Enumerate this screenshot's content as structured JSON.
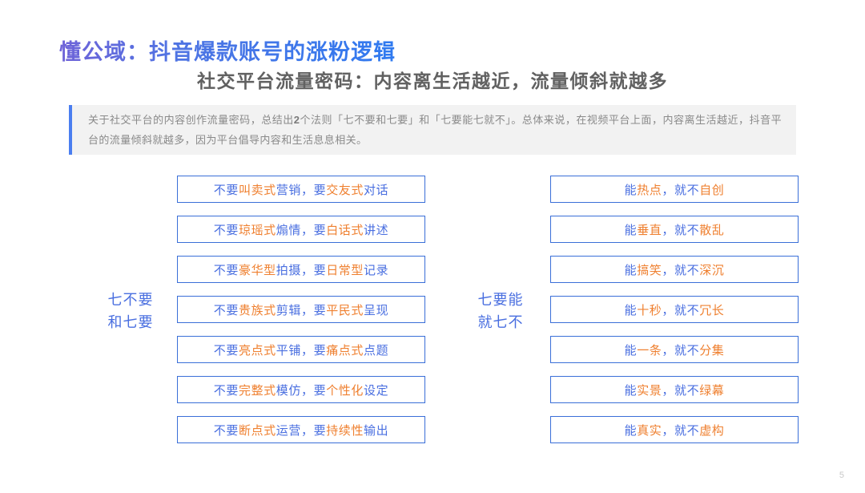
{
  "slide": {
    "title": "懂公域：抖音爆款账号的涨粉逻辑",
    "subtitle": "社交平台流量密码：内容离生活越近，流量倾斜就越多",
    "page_number": "5",
    "colors": {
      "title_gradient_start": "#6f63d8",
      "title_gradient_end": "#2f7af0",
      "accent_blue": "#4a6fe0",
      "accent_orange": "#ef8030",
      "border_blue": "#3a6fd8",
      "panel_bg": "#f2f2f2",
      "panel_bar": "#4a7ef0",
      "subtitle_gray": "#616161",
      "body_gray": "#8a8a8a"
    }
  },
  "description": {
    "line1_a": "关于社交平台的内容创作流量密码，总结出",
    "line1_b": "2",
    "line1_c": "个法则「七不要和七要」和「七要能七就不」。总体来说，在视频平台",
    "line2": "上面，内容离生活越近，抖音平台的流量倾斜就越多，因为平台倡导内容和生活息息相关。"
  },
  "left_column": {
    "label_line1": "七不要",
    "label_line2": "和七要",
    "items": [
      {
        "p1": "不要",
        "p2": "叫卖式",
        "p3": "营销，",
        "p4": "要",
        "p5": "交友式",
        "p6": "对话"
      },
      {
        "p1": "不要",
        "p2": "琼瑶式",
        "p3": "煽情，",
        "p4": "要",
        "p5": "白话式",
        "p6": "讲述"
      },
      {
        "p1": "不要",
        "p2": "豪华型",
        "p3": "拍摄，",
        "p4": "要",
        "p5": "日常型",
        "p6": "记录"
      },
      {
        "p1": "不要",
        "p2": "贵族式",
        "p3": "剪辑，",
        "p4": "要",
        "p5": "平民式",
        "p6": "呈现"
      },
      {
        "p1": "不要",
        "p2": "亮点式",
        "p3": "平铺，",
        "p4": "要",
        "p5": "痛点式",
        "p6": "点题"
      },
      {
        "p1": "不要",
        "p2": "完整式",
        "p3": "模仿，",
        "p4": "要",
        "p5": "个性化",
        "p6": "设定"
      },
      {
        "p1": "不要",
        "p2": "断点式",
        "p3": "运营，",
        "p4": "要",
        "p5": "持续性",
        "p6": "输出"
      }
    ]
  },
  "right_column": {
    "label_line1": "七要能",
    "label_line2": "就七不",
    "items": [
      {
        "p1": "能",
        "p2": "热点",
        "p3": "，",
        "p4": "就不",
        "p5": "自创",
        "p6": ""
      },
      {
        "p1": "能",
        "p2": "垂直",
        "p3": "，",
        "p4": "就不",
        "p5": "散乱",
        "p6": ""
      },
      {
        "p1": "能",
        "p2": "搞笑",
        "p3": "，",
        "p4": "就不",
        "p5": "深沉",
        "p6": ""
      },
      {
        "p1": "能",
        "p2": "十秒",
        "p3": "，",
        "p4": "就不",
        "p5": "冗长",
        "p6": ""
      },
      {
        "p1": "能",
        "p2": "一条",
        "p3": "，",
        "p4": "就不",
        "p5": "分集",
        "p6": ""
      },
      {
        "p1": "能",
        "p2": "实景",
        "p3": "，",
        "p4": "就不",
        "p5": "绿幕",
        "p6": ""
      },
      {
        "p1": "能",
        "p2": "真实",
        "p3": "，",
        "p4": "就不",
        "p5": "虚构",
        "p6": ""
      }
    ]
  }
}
